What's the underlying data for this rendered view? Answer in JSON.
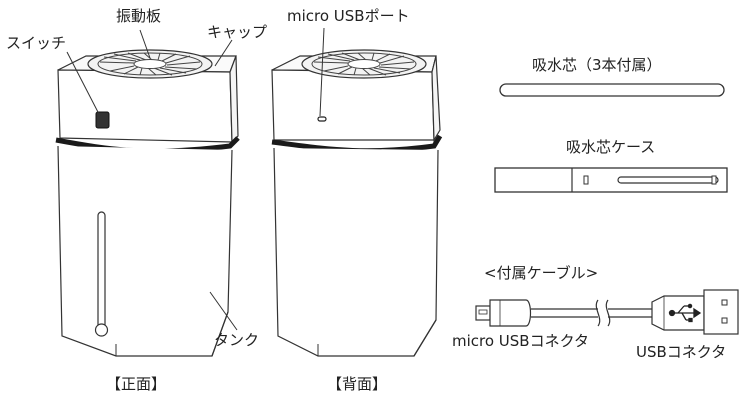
{
  "front": {
    "labels": {
      "switch": "スイッチ",
      "vibration_plate": "振動板",
      "cap": "キャップ",
      "tank": "タンク"
    },
    "caption": "【正面】"
  },
  "back": {
    "labels": {
      "micro_usb_port": "micro USBポート"
    },
    "caption": "【背面】"
  },
  "accessories": {
    "wick_label": "吸水芯（3本付属）",
    "wick_case_label": "吸水芯ケース"
  },
  "cable": {
    "title": "<付属ケーブル>",
    "micro_usb_connector": "micro USBコネクタ",
    "usb_connector": "USBコネクタ"
  }
}
